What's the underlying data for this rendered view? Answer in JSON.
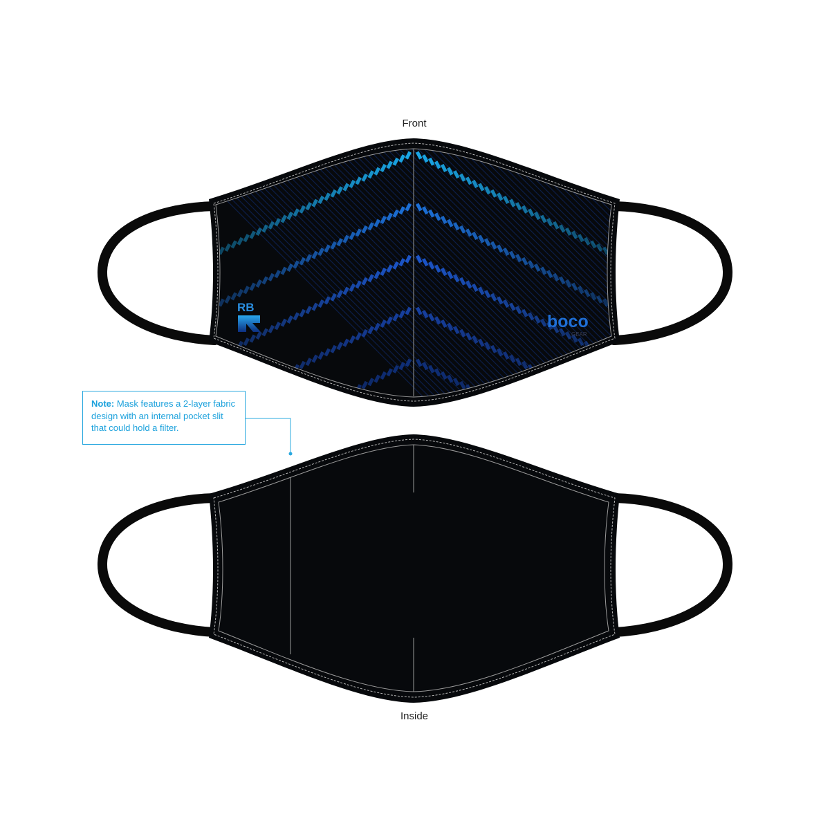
{
  "views": {
    "front_label": "Front",
    "inside_label": "Inside"
  },
  "note": {
    "prefix": "Note:",
    "text": " Mask features a 2-layer fabric design with an internal pocket slit that could hold a filter."
  },
  "logos": {
    "left_monogram": "RB",
    "right_brand": "boco",
    "right_brand_sub": "GEAR"
  },
  "colors": {
    "mask_body": "#07090c",
    "strap": "#0a0a0a",
    "pattern_dark": "#0b1f4f",
    "pattern_mid": "#1c4fc0",
    "pattern_light": "#1aa0e0",
    "stitch": "#b8b8b8",
    "note_accent": "#29a8df"
  }
}
